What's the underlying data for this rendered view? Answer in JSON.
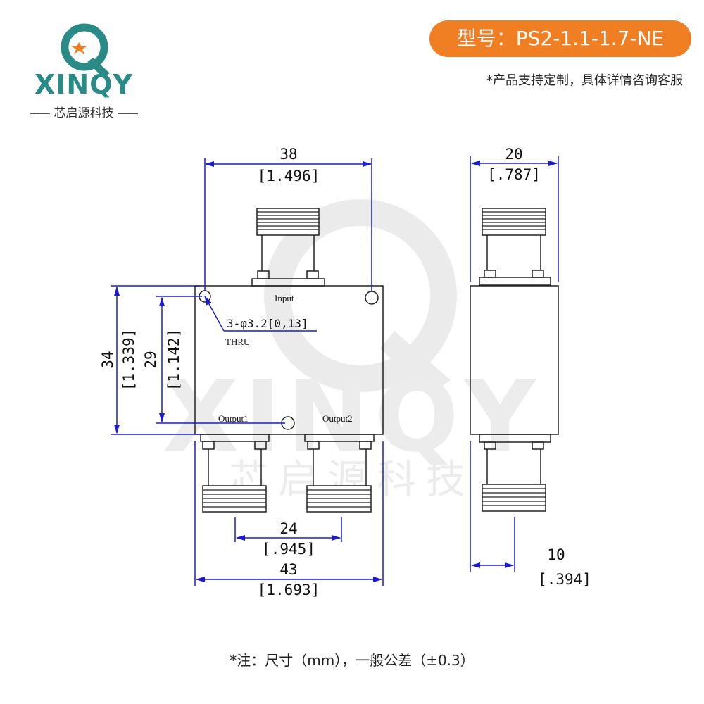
{
  "brand": {
    "name": "XINQY",
    "sub": "芯启源科技",
    "colors": {
      "teal": "#2a8a86",
      "orange": "#f07e22"
    }
  },
  "badge": {
    "text": "型号：PS2-1.1-1.7-NE"
  },
  "note": {
    "custom": "*产品支持定制，具体详情咨询客服",
    "tolerance": "*注：尺寸（mm），一般公差（±0.3）"
  },
  "watermark": {
    "name": "XINQY",
    "sub": "芯启源科技"
  },
  "drawing": {
    "port_input": "Input",
    "port_output1": "Output1",
    "port_output2": "Output2",
    "hole_callout": "3-φ3.2[0,13]",
    "hole_thru": "THRU",
    "dims": {
      "width_top": {
        "mm": "38",
        "inch": "[1.496]"
      },
      "height_outer": {
        "mm": "34",
        "inch": "[1.339]"
      },
      "height_inner": {
        "mm": "29",
        "inch": "[1.142]"
      },
      "port_spacing": {
        "mm": "24",
        "inch": "[.945]"
      },
      "width_total": {
        "mm": "43",
        "inch": "[1.693]"
      },
      "side_width": {
        "mm": "20",
        "inch": "[.787]"
      },
      "side_offset": {
        "mm": "10",
        "inch": "[.394]"
      }
    },
    "colors": {
      "dim_line": "#1b1bcc",
      "outline": "#222222",
      "watermark": "#e6e6e6"
    }
  }
}
